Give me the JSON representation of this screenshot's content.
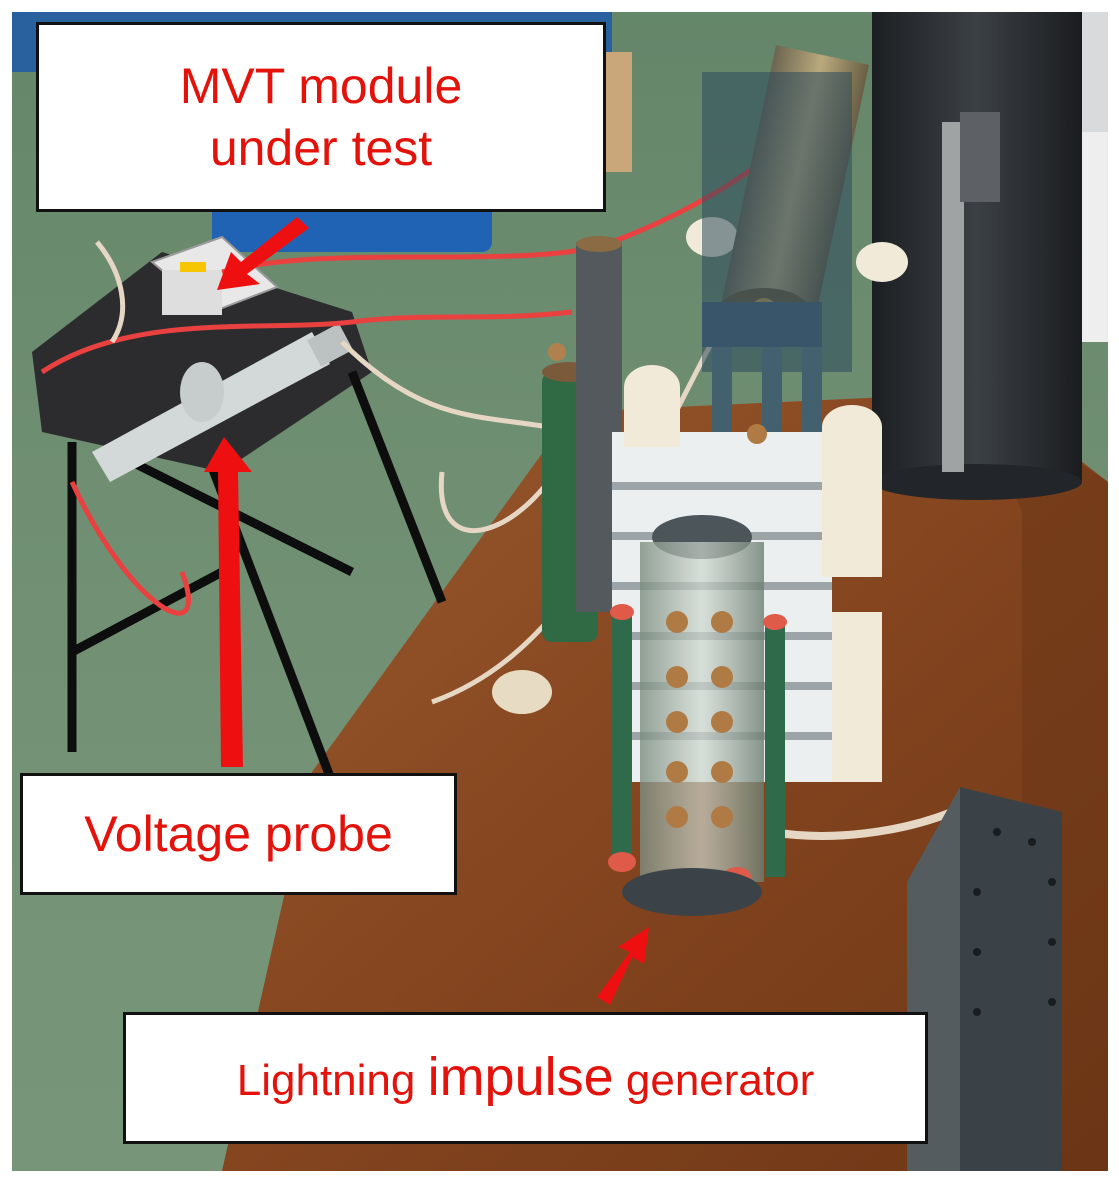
{
  "labels": {
    "mvt_module": "MVT module\nunder test",
    "voltage_probe": "Voltage probe",
    "generator_part1": "Lightning ",
    "generator_part2": "impulse",
    "generator_part3": " generator"
  },
  "colors": {
    "label_text": "#e3120b",
    "arrow": "#ee1010",
    "floor": "#6f8f71",
    "table_wood": "#8a4a26",
    "label_border": "#111111"
  }
}
